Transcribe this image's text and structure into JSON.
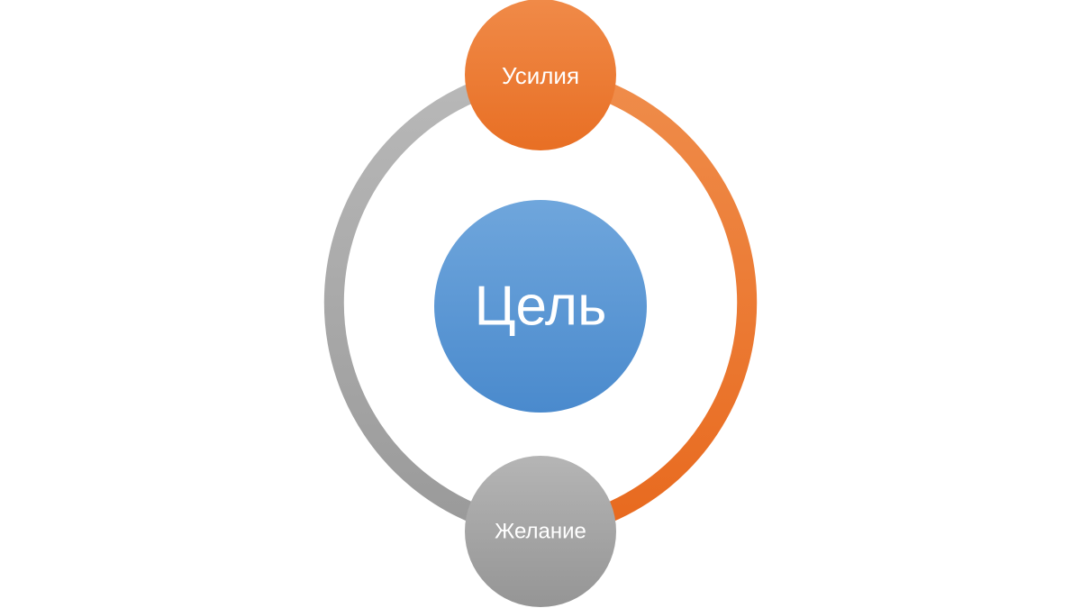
{
  "diagram": {
    "center": {
      "label": "Цель"
    },
    "top": {
      "label": "Усилия"
    },
    "bottom": {
      "label": "Желание"
    }
  },
  "colors": {
    "background": "#ffffff",
    "center_fill_top": "#6fa6dc",
    "center_fill_bottom": "#4a8acd",
    "top_fill_top": "#f08a48",
    "top_fill_bottom": "#e86f24",
    "bottom_fill_top": "#b5b5b5",
    "bottom_fill_bottom": "#959595",
    "arc_right_top": "#ef8c4a",
    "arc_right_bottom": "#e86a1f",
    "arc_left_top": "#b8b8b8",
    "arc_left_bottom": "#9a9a9a",
    "text": "#ffffff"
  }
}
